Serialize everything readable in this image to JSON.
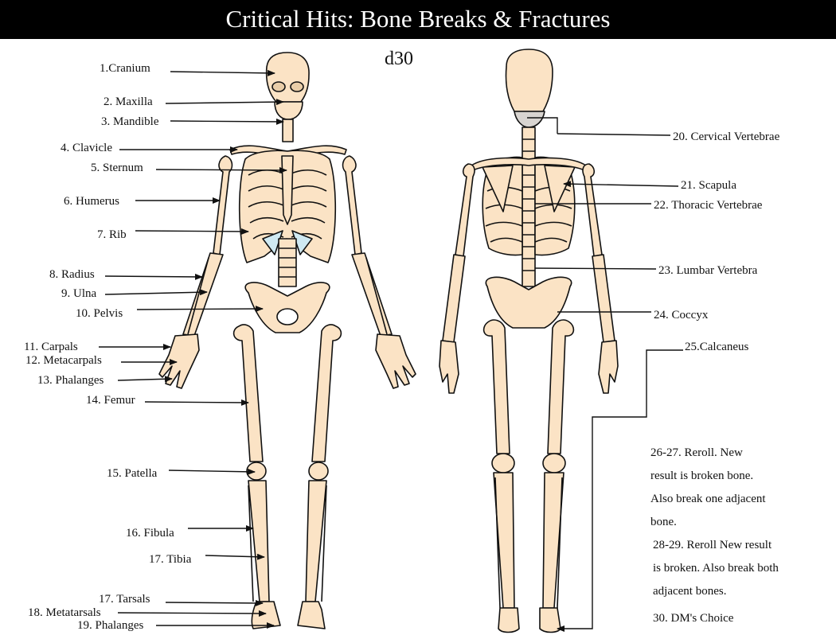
{
  "title": "Critical Hits: Bone Breaks & Fractures",
  "die": "d30",
  "colors": {
    "bone": "#fbe3c5",
    "outline": "#111111",
    "cartilage": "#cfe9f2",
    "title_bg": "#000000"
  },
  "front_labels": [
    "1.Cranium",
    "2. Maxilla",
    "3. Mandible",
    "4. Clavicle",
    "5. Sternum",
    "6. Humerus",
    "7. Rib",
    "8. Radius",
    "9. Ulna",
    "10. Pelvis",
    "11. Carpals",
    "12. Metacarpals",
    "13. Phalanges",
    "14. Femur",
    "15. Patella",
    "16. Fibula",
    "17. Tibia",
    "17. Tarsals",
    "18. Metatarsals",
    "19. Phalanges"
  ],
  "back_labels": [
    "20. Cervical Vertebrae",
    "21. Scapula",
    "22. Thoracic Vertebrae",
    "23. Lumbar Vertebra",
    "24. Coccyx",
    "25.Calcaneus"
  ],
  "notes": {
    "reroll_26_27": [
      "26-27. Reroll.  New",
      "result is broken bone.",
      "Also break one adjacent",
      "bone."
    ],
    "reroll_28_29": [
      "28-29. Reroll New result",
      "is broken.  Also break both",
      "adjacent bones."
    ],
    "dm_choice": "30. DM's Choice"
  }
}
